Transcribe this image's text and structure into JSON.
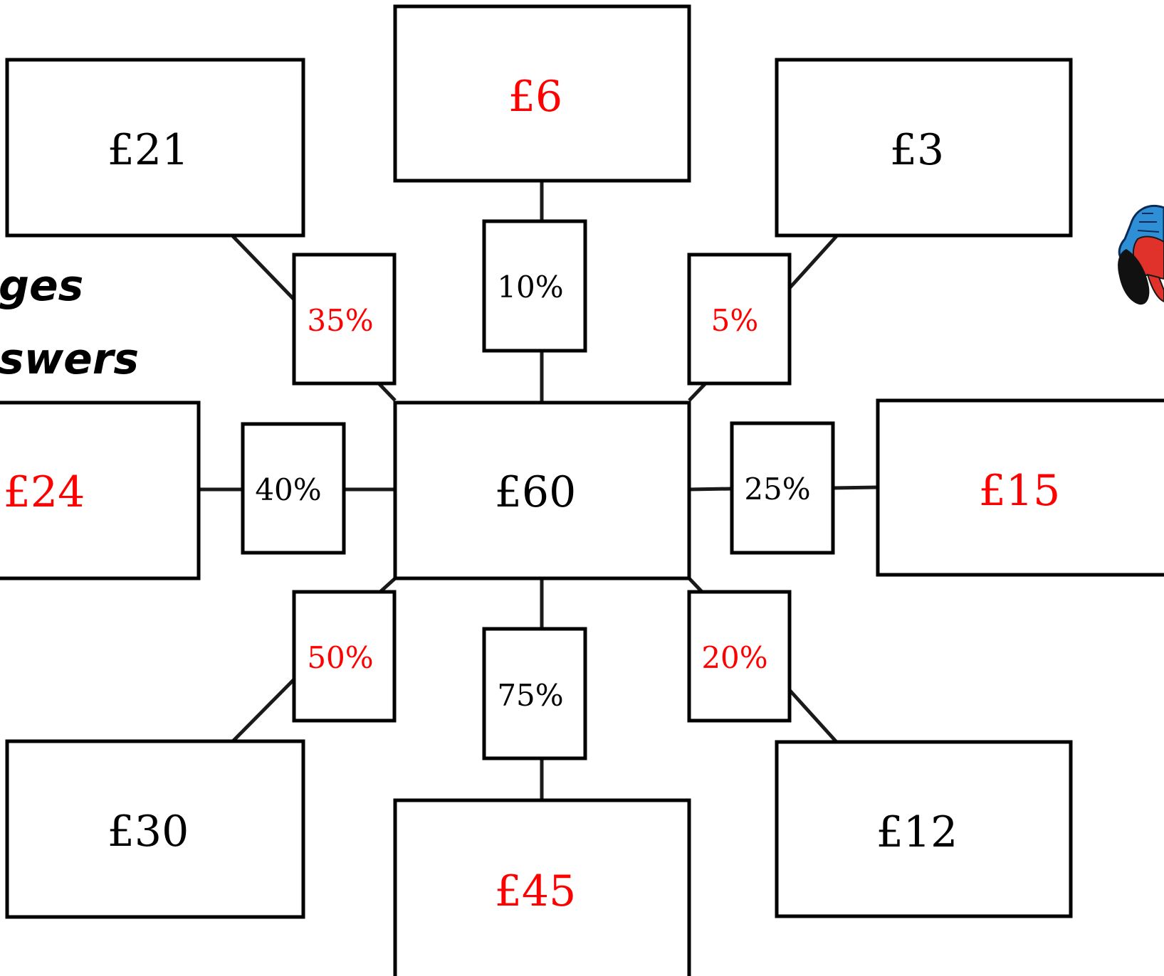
{
  "colors": {
    "black": "#000000",
    "red": "#ff0000",
    "line": "#1a1a1a"
  },
  "heading": {
    "line1": "ges",
    "line2": "swers"
  },
  "center": {
    "value": "£60"
  },
  "branches": {
    "top": {
      "percent": "10%",
      "result": "£6",
      "percent_color": "black",
      "result_color": "red"
    },
    "top_right": {
      "percent": "5%",
      "result": "£3",
      "percent_color": "red",
      "result_color": "black"
    },
    "right": {
      "percent": "25%",
      "result": "£15",
      "percent_color": "black",
      "result_color": "red"
    },
    "bottom_right": {
      "percent": "20%",
      "result": "£12",
      "percent_color": "red",
      "result_color": "black"
    },
    "bottom": {
      "percent": "75%",
      "result": "£45",
      "percent_color": "black",
      "result_color": "red"
    },
    "bottom_left": {
      "percent": "50%",
      "result": "£30",
      "percent_color": "red",
      "result_color": "black"
    },
    "left": {
      "percent": "40%",
      "result": "£24",
      "percent_color": "black",
      "result_color": "red"
    },
    "top_left": {
      "percent": "35%",
      "result": "£21",
      "percent_color": "red",
      "result_color": "black"
    }
  },
  "icons": {
    "corner_figure": "spiderman-figure-icon"
  }
}
